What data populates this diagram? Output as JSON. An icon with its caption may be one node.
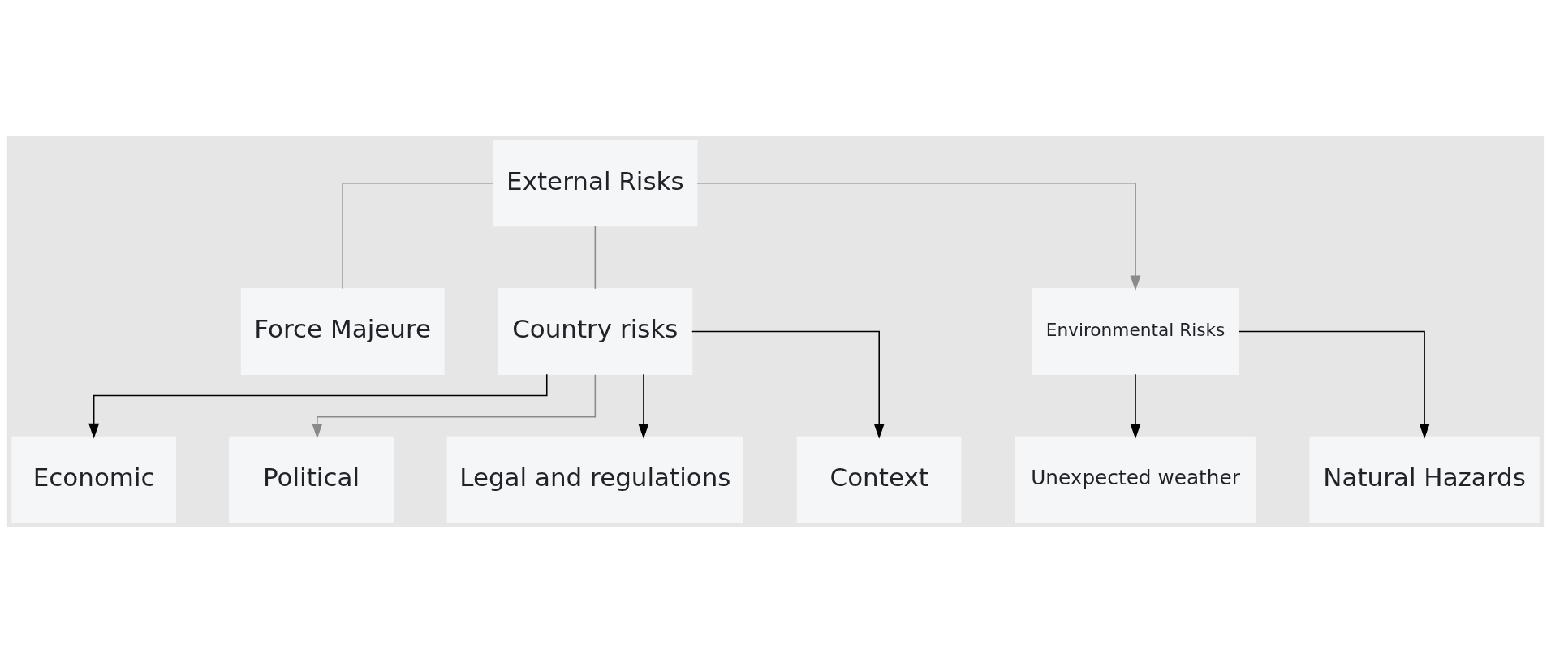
{
  "diagram": {
    "nodes": [
      {
        "text": [
          "External Risks"
        ]
      },
      {
        "text": [
          "Force Majeure"
        ]
      },
      {
        "text": [
          "Country risks"
        ]
      },
      {
        "text": [
          "Environmental Risks"
        ]
      },
      {
        "text": [
          "Economic"
        ]
      },
      {
        "text": [
          "Political"
        ]
      },
      {
        "text": [
          "Legal and regulations"
        ]
      },
      {
        "text": [
          "Context"
        ]
      },
      {
        "text": [
          "Unexpected weather"
        ]
      },
      {
        "text": [
          "Natural Hazards"
        ]
      }
    ],
    "edges": [
      {
        "from": 0,
        "to": 1,
        "arrow": "none",
        "color": "#8a8a8a"
      },
      {
        "from": 0,
        "to": 2,
        "arrow": "none",
        "color": "#8a8a8a"
      },
      {
        "from": 0,
        "to": 3,
        "arrow": "to",
        "color": "#8a8a8a"
      },
      {
        "from": 2,
        "to": 4,
        "arrow": "to"
      },
      {
        "from": 2,
        "to": 5,
        "arrow": "to",
        "color": "#8a8a8a"
      },
      {
        "from": 2,
        "to": 6,
        "arrow": "to"
      },
      {
        "from": 2,
        "to": 7,
        "arrow": "to"
      },
      {
        "from": 3,
        "to": 8,
        "arrow": "to"
      },
      {
        "from": 3,
        "to": 9,
        "arrow": "to"
      }
    ]
  }
}
